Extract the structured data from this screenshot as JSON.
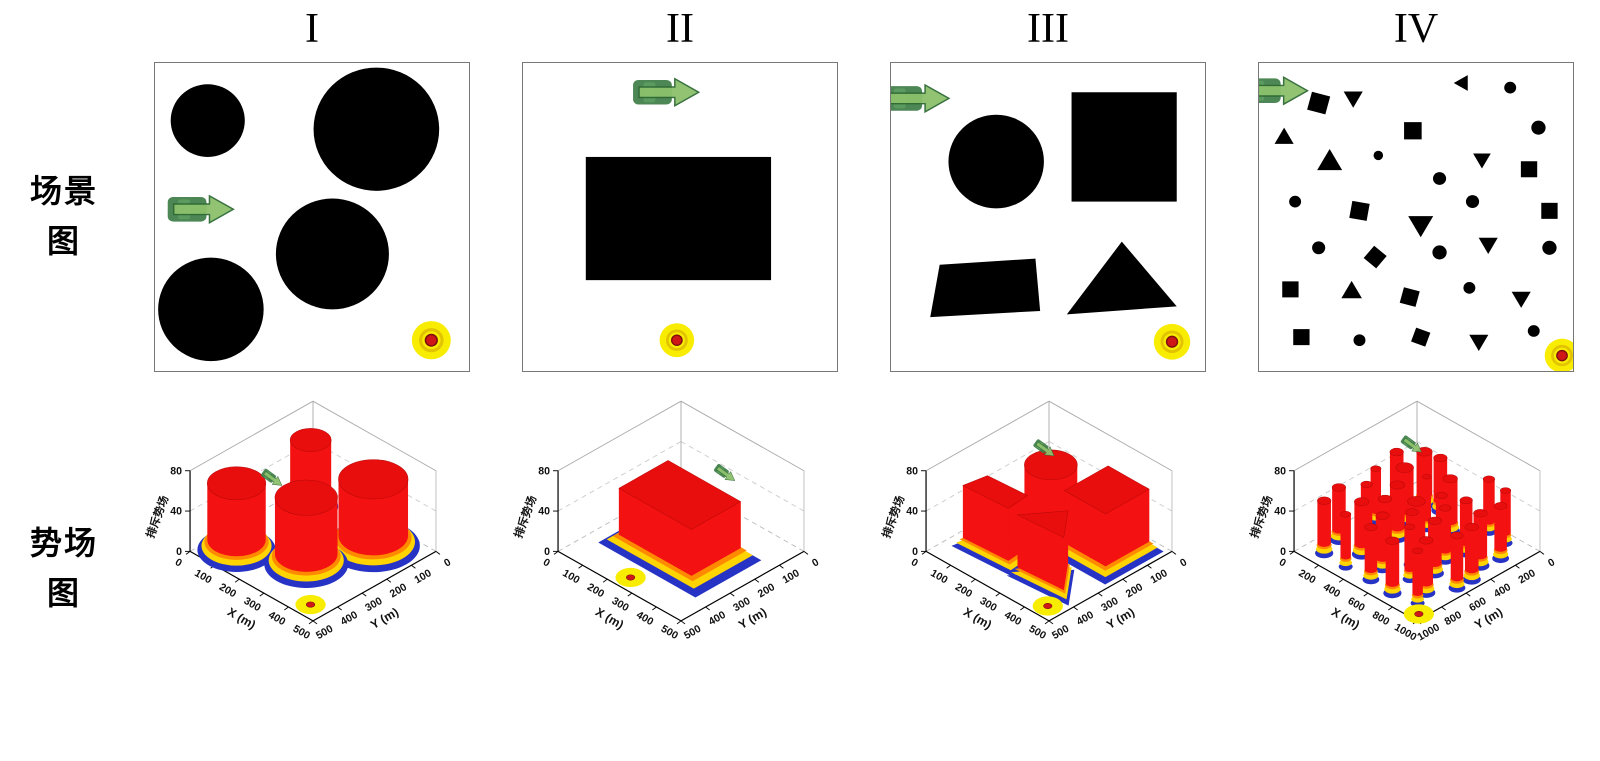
{
  "figure": {
    "columns": [
      "I",
      "II",
      "III",
      "IV"
    ],
    "row_labels": {
      "scene": "场景图",
      "field": "势场图"
    }
  },
  "colors": {
    "obstacle": "#000000",
    "vehicle_body": "#3e7d46",
    "vehicle_cab": "#5d9c60",
    "vehicle_arrow": "#8cc06c",
    "goal_outer": "#f8ec00",
    "goal_dot": "#cf1717",
    "field_red": "#f31111",
    "field_top": "#e90e0e",
    "rim_blue": "#2733c4",
    "rim_yellow": "#ffd400",
    "rim_orange": "#ff8a00",
    "axis": "#000000",
    "grid": "#bbbbbb"
  },
  "chart_data": [
    {
      "id": "I",
      "type": "surface3d",
      "xlabel": "X (m)",
      "ylabel": "Y (m)",
      "zlabel": "排斥势场",
      "xticks": [
        0,
        100,
        200,
        300,
        400,
        500
      ],
      "yticks": [
        0,
        100,
        200,
        300,
        400,
        500
      ],
      "zticks": [
        0,
        40,
        80
      ],
      "xlim": [
        0,
        500
      ],
      "ylim": [
        0,
        500
      ],
      "zlim": [
        0,
        80
      ],
      "peak": 66,
      "obstacles": [
        {
          "type": "circle",
          "x": 0.168,
          "y": 0.187,
          "r": 0.118
        },
        {
          "type": "circle",
          "x": 0.705,
          "y": 0.215,
          "r": 0.2
        },
        {
          "type": "circle",
          "x": 0.565,
          "y": 0.62,
          "r": 0.18
        },
        {
          "type": "circle",
          "x": 0.178,
          "y": 0.8,
          "r": 0.168
        }
      ],
      "vehicle": {
        "x": 0.145,
        "y": 0.475,
        "angle": 0
      },
      "goal": {
        "x": 0.88,
        "y": 0.9,
        "r": 0.062
      }
    },
    {
      "id": "II",
      "type": "surface3d",
      "xlabel": "X (m)",
      "ylabel": "Y (m)",
      "zlabel": "排斥势场",
      "xticks": [
        0,
        100,
        200,
        300,
        400,
        500
      ],
      "yticks": [
        0,
        100,
        200,
        300,
        400,
        500
      ],
      "zticks": [
        0,
        40,
        80
      ],
      "xlim": [
        0,
        500
      ],
      "ylim": [
        0,
        500
      ],
      "zlim": [
        0,
        80
      ],
      "peak": 56,
      "obstacles": [
        {
          "type": "rect",
          "x": 0.2,
          "y": 0.305,
          "w": 0.59,
          "h": 0.4
        }
      ],
      "vehicle": {
        "x": 0.455,
        "y": 0.095,
        "angle": 0
      },
      "goal": {
        "x": 0.49,
        "y": 0.9,
        "r": 0.055
      }
    },
    {
      "id": "III",
      "type": "surface3d",
      "xlabel": "X (m)",
      "ylabel": "Y (m)",
      "zlabel": "排斥势场",
      "xticks": [
        0,
        100,
        200,
        300,
        400,
        500
      ],
      "yticks": [
        0,
        100,
        200,
        300,
        400,
        500
      ],
      "zticks": [
        0,
        40,
        80
      ],
      "xlim": [
        0,
        500
      ],
      "ylim": [
        0,
        500
      ],
      "zlim": [
        0,
        80
      ],
      "peak": 62,
      "obstacles": [
        {
          "type": "circle",
          "x": 0.335,
          "y": 0.32,
          "r": 0.152
        },
        {
          "type": "rect",
          "x": 0.575,
          "y": 0.095,
          "w": 0.335,
          "h": 0.355
        },
        {
          "type": "polygon",
          "points": [
            [
              0.155,
              0.655
            ],
            [
              0.46,
              0.635
            ],
            [
              0.475,
              0.805
            ],
            [
              0.125,
              0.825
            ]
          ]
        },
        {
          "type": "polygon",
          "points": [
            [
              0.735,
              0.58
            ],
            [
              0.91,
              0.79
            ],
            [
              0.56,
              0.816
            ]
          ]
        }
      ],
      "vehicle": {
        "x": 0.08,
        "y": 0.115,
        "angle": 0
      },
      "goal": {
        "x": 0.895,
        "y": 0.905,
        "r": 0.058
      }
    },
    {
      "id": "IV",
      "type": "surface3d",
      "xlabel": "X (m)",
      "ylabel": "Y (m)",
      "zlabel": "排斥势场",
      "xticks": [
        0,
        200,
        400,
        600,
        800,
        1000
      ],
      "yticks": [
        0,
        200,
        400,
        600,
        800,
        1000
      ],
      "zticks": [
        0,
        40,
        80
      ],
      "xlim": [
        0,
        1000
      ],
      "ylim": [
        0,
        1000
      ],
      "zlim": [
        0,
        80
      ],
      "peak": 52,
      "obstacles": [
        {
          "type": "square",
          "x": 0.19,
          "y": 0.13,
          "s": 0.03,
          "rot": 15
        },
        {
          "type": "triangle",
          "x": 0.3,
          "y": 0.11,
          "s": 0.026,
          "rot": 90
        },
        {
          "type": "triangle",
          "x": 0.65,
          "y": 0.065,
          "s": 0.022,
          "rot": 180
        },
        {
          "type": "circle",
          "x": 0.8,
          "y": 0.08,
          "s": 0.02
        },
        {
          "type": "circle",
          "x": 0.89,
          "y": 0.21,
          "s": 0.024
        },
        {
          "type": "square",
          "x": 0.49,
          "y": 0.22,
          "s": 0.028,
          "rot": 0
        },
        {
          "type": "triangle",
          "x": 0.08,
          "y": 0.245,
          "s": 0.026,
          "rot": -90
        },
        {
          "type": "triangle",
          "x": 0.225,
          "y": 0.325,
          "s": 0.034,
          "rot": -90
        },
        {
          "type": "circle",
          "x": 0.38,
          "y": 0.3,
          "s": 0.016
        },
        {
          "type": "triangle",
          "x": 0.71,
          "y": 0.31,
          "s": 0.024,
          "rot": 90
        },
        {
          "type": "square",
          "x": 0.86,
          "y": 0.345,
          "s": 0.026,
          "rot": 0
        },
        {
          "type": "circle",
          "x": 0.575,
          "y": 0.375,
          "s": 0.022
        },
        {
          "type": "circle",
          "x": 0.115,
          "y": 0.45,
          "s": 0.02
        },
        {
          "type": "square",
          "x": 0.32,
          "y": 0.48,
          "s": 0.028,
          "rot": 10
        },
        {
          "type": "triangle",
          "x": 0.515,
          "y": 0.52,
          "s": 0.034,
          "rot": 90
        },
        {
          "type": "circle",
          "x": 0.68,
          "y": 0.45,
          "s": 0.022
        },
        {
          "type": "square",
          "x": 0.925,
          "y": 0.48,
          "s": 0.026,
          "rot": 0
        },
        {
          "type": "circle",
          "x": 0.19,
          "y": 0.6,
          "s": 0.022
        },
        {
          "type": "square",
          "x": 0.37,
          "y": 0.63,
          "s": 0.026,
          "rot": 40
        },
        {
          "type": "circle",
          "x": 0.575,
          "y": 0.615,
          "s": 0.024
        },
        {
          "type": "triangle",
          "x": 0.73,
          "y": 0.585,
          "s": 0.026,
          "rot": 90
        },
        {
          "type": "circle",
          "x": 0.925,
          "y": 0.6,
          "s": 0.024
        },
        {
          "type": "square",
          "x": 0.1,
          "y": 0.735,
          "s": 0.026,
          "rot": 0
        },
        {
          "type": "triangle",
          "x": 0.295,
          "y": 0.745,
          "s": 0.028,
          "rot": -90
        },
        {
          "type": "square",
          "x": 0.48,
          "y": 0.76,
          "s": 0.026,
          "rot": 15
        },
        {
          "type": "circle",
          "x": 0.67,
          "y": 0.73,
          "s": 0.02
        },
        {
          "type": "triangle",
          "x": 0.835,
          "y": 0.76,
          "s": 0.026,
          "rot": 90
        },
        {
          "type": "square",
          "x": 0.135,
          "y": 0.89,
          "s": 0.026,
          "rot": 0
        },
        {
          "type": "circle",
          "x": 0.32,
          "y": 0.9,
          "s": 0.02
        },
        {
          "type": "square",
          "x": 0.515,
          "y": 0.89,
          "s": 0.024,
          "rot": 20
        },
        {
          "type": "triangle",
          "x": 0.7,
          "y": 0.9,
          "s": 0.026,
          "rot": 90
        },
        {
          "type": "circle",
          "x": 0.875,
          "y": 0.87,
          "s": 0.02
        }
      ],
      "vehicle": {
        "x": 0.05,
        "y": 0.09,
        "angle": 0
      },
      "goal": {
        "x": 0.965,
        "y": 0.95,
        "r": 0.055
      }
    }
  ]
}
